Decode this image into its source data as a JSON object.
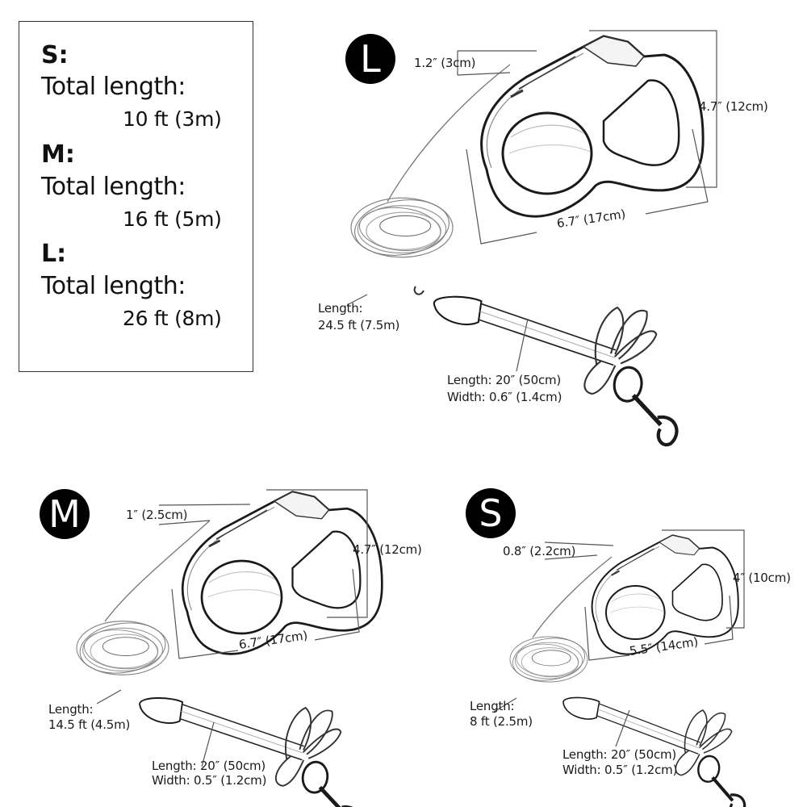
{
  "spec_box": {
    "sizes": [
      {
        "size_label": "S:",
        "total_label": "Total length:",
        "value": "10 ft (3m)"
      },
      {
        "size_label": "M:",
        "total_label": "Total length:",
        "value": "16 ft (5m)"
      },
      {
        "size_label": "L:",
        "total_label": "Total length:",
        "value": "26 ft (8m)"
      }
    ]
  },
  "diagrams": {
    "L": {
      "badge": "L",
      "button_width": "1.2″  (3cm)",
      "height": "4.7″  (12cm)",
      "width": "6.7″  (17cm)",
      "tape_length_label": "Length:",
      "tape_length_value": "24.5 ft (7.5m)",
      "strap_length": "Length: 20″  (50cm)",
      "strap_width": "Width: 0.6″  (1.4cm)"
    },
    "M": {
      "badge": "M",
      "button_width": "1″  (2.5cm)",
      "height": "4.7″  (12cm)",
      "width": "6.7″  (17cm)",
      "tape_length_label": "Length:",
      "tape_length_value": "14.5 ft (4.5m)",
      "strap_length": "Length: 20″  (50cm)",
      "strap_width": "Width: 0.5″  (1.2cm)"
    },
    "S": {
      "badge": "S",
      "button_width": "0.8″  (2.2cm)",
      "height": "4″  (10cm)",
      "width": "5.5″  (14cm)",
      "tape_length_label": "Length:",
      "tape_length_value": "8 ft (2.5m)",
      "strap_length": "Length: 20″  (50cm)",
      "strap_width": "Width: 0.5″  (1.2cm)"
    }
  },
  "colors": {
    "badge_bg": "#000000",
    "badge_fg": "#ffffff",
    "line": "#555555",
    "outline": "#222222"
  }
}
